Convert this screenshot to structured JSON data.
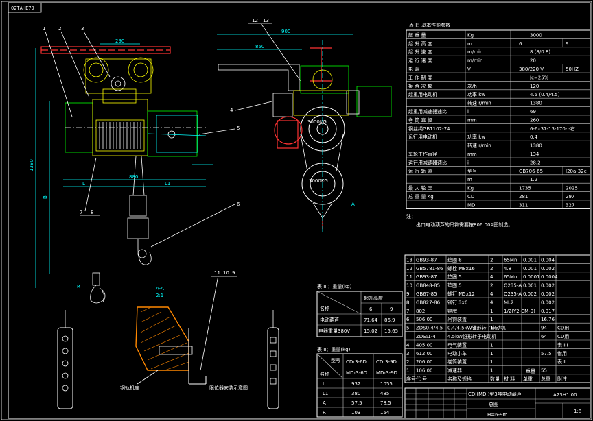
{
  "drawing": {
    "top_left_tag": "02TAHE79",
    "part_balloons": [
      "1",
      "2",
      "3",
      "4",
      "5",
      "6",
      "7",
      "8",
      "11",
      "10",
      "9",
      "12",
      "13"
    ],
    "section_label": "A-A",
    "section_scale": "2:1",
    "section_note_left": "钢轨机座",
    "section_note_right": "限位器安装示意图",
    "front_dims": [
      "290",
      "880",
      "L",
      "L1",
      "B",
      "1380",
      "R"
    ],
    "side_dims": [
      "A",
      "850",
      "900"
    ],
    "drum_marking": "3000KG",
    "hook_marking": "3000KG"
  },
  "tech_table": {
    "title": "表 I：基本性能参数",
    "rows": [
      {
        "name": "起 重 量",
        "unit": "Kg",
        "v1": "3000",
        "v2": ""
      },
      {
        "name": "起 升 高 度",
        "unit": "m",
        "v1": "6",
        "v2": "9"
      },
      {
        "name": "起 升 速 度",
        "unit": "m/min",
        "v1": "8 (8/0.8)",
        "v2": ""
      },
      {
        "name": "运 行 速 度",
        "unit": "m/min",
        "v1": "20",
        "v2": ""
      },
      {
        "name": "电 源",
        "unit": "V",
        "v1": "380/220 V",
        "v2": "50HZ"
      },
      {
        "name": "工 作 制 度",
        "unit": "",
        "v1": "Jc=25%",
        "v2": ""
      },
      {
        "name": "接 合 次 数",
        "unit": "次/h",
        "v1": "120",
        "v2": ""
      },
      {
        "name": "起重用电动机",
        "unit": "功率 kw",
        "v1": "4.5 (0.4/4.5)",
        "v2": ""
      },
      {
        "name": "",
        "unit": "转速 r/min",
        "v1": "1380",
        "v2": ""
      },
      {
        "name": "起重用减速器速比",
        "unit": "i",
        "v1": "69",
        "v2": ""
      },
      {
        "name": "卷 筒 直 径",
        "unit": "mm",
        "v1": "260",
        "v2": ""
      },
      {
        "name": "钢丝绳GB1102-74",
        "unit": "",
        "v1": "6-6x37-13-170-Ⅰ-右",
        "v2": ""
      },
      {
        "name": "运行用电动机",
        "unit": "功率 kw",
        "v1": "0.4",
        "v2": ""
      },
      {
        "name": "",
        "unit": "转速 r/min",
        "v1": "1380",
        "v2": ""
      },
      {
        "name": "车轮工作直径",
        "unit": "mm",
        "v1": "134",
        "v2": ""
      },
      {
        "name": "运行用减速器速比",
        "unit": "i",
        "v1": "28.2",
        "v2": ""
      },
      {
        "name": "运 行 轨 道",
        "unit": "型号",
        "v1": "GB706-65",
        "v2": "I20a-32c"
      },
      {
        "name": "",
        "unit": "m",
        "v1": "1.2",
        "v2": ""
      },
      {
        "name": "最 大 轮 压",
        "unit": "Kg",
        "v1": "1735",
        "v2": "2025"
      },
      {
        "name": "总 重 量 Kg",
        "unit": "CD",
        "v1": "281",
        "v2": "297"
      },
      {
        "name": "",
        "unit": "MD",
        "v1": "311",
        "v2": "327"
      }
    ]
  },
  "note": {
    "label": "注：",
    "text": "出口电动葫芦的吊钩需要按806.00A图制造。"
  },
  "weight_table": {
    "title": "表 III：重量(kg)",
    "header_name": "名称",
    "header_span": "起升高度",
    "cols": [
      "6",
      "9"
    ],
    "rows": [
      {
        "name": "电动葫芦",
        "v1": "71.64",
        "v2": "86.9"
      },
      {
        "name": "电器重量380V",
        "v1": "15.02",
        "v2": "15.65"
      }
    ]
  },
  "dim_table": {
    "title": "表 II：重量(kg)",
    "header_name": "型号",
    "header_name2": "名称",
    "cols": [
      "CD₁3-6D",
      "CD₁3-9D"
    ],
    "cols2": [
      "MD₁3-6D",
      "MD₁3-9D"
    ],
    "rows": [
      {
        "name": "L",
        "v1": "932",
        "v2": "1055"
      },
      {
        "name": "L1",
        "v1": "380",
        "v2": "485"
      },
      {
        "name": "A",
        "v1": "57.5",
        "v2": "78.5"
      },
      {
        "name": "R",
        "v1": "103",
        "v2": "154"
      }
    ]
  },
  "bom": {
    "rows": [
      {
        "no": "13",
        "code": "GB93-87",
        "name": "垫圈 8",
        "qty": "2",
        "mat": "65Mn",
        "w1": "0.001",
        "w2": "0.004",
        "note": ""
      },
      {
        "no": "12",
        "code": "GB5781-86",
        "name": "螺栓 M8x16",
        "qty": "2",
        "mat": "4.8",
        "w1": "0.001",
        "w2": "0.002",
        "note": ""
      },
      {
        "no": "11",
        "code": "GB93-87",
        "name": "垫圈 5",
        "qty": "4",
        "mat": "65Mn",
        "w1": "0.0001",
        "w2": "0.0004",
        "note": ""
      },
      {
        "no": "10",
        "code": "GB848-85",
        "name": "垫圈 5",
        "qty": "2",
        "mat": "Q235-A",
        "w1": "0.001",
        "w2": "0.002",
        "note": ""
      },
      {
        "no": "9",
        "code": "GB67-85",
        "name": "螺钉 M5x12",
        "qty": "4",
        "mat": "Q235-A",
        "w1": "0.002",
        "w2": "0.002",
        "note": ""
      },
      {
        "no": "8",
        "code": "GB827-86",
        "name": "铆钉 3x6",
        "qty": "4",
        "mat": "ML2",
        "w1": "",
        "w2": "0.002",
        "note": ""
      },
      {
        "no": "7",
        "code": "802",
        "name": "铭牌",
        "qty": "1",
        "mat": "1/2(Y2-CM-9)",
        "w1": "",
        "w2": "0.017",
        "note": ""
      },
      {
        "no": "6",
        "code": "506.00",
        "name": "吊钩装置",
        "qty": "1",
        "mat": "",
        "w1": "",
        "w2": "16.76",
        "note": ""
      },
      {
        "no": "5",
        "code": "ZDS0.4/4.5",
        "name": "0.4/4.5kW锥形转子电动机",
        "qty": "1",
        "mat": "",
        "w1": "",
        "w2": "94",
        "note": "CD用"
      },
      {
        "no": "",
        "code": "ZDS₁1-4",
        "name": "4.5kW锥形转子电动机",
        "qty": "",
        "mat": "",
        "w1": "",
        "w2": "64",
        "note": "CD用"
      },
      {
        "no": "4",
        "code": "405.00",
        "name": "电气装置",
        "qty": "1",
        "mat": "",
        "w1": "",
        "w2": "",
        "note": "表 III"
      },
      {
        "no": "3",
        "code": "612.00",
        "name": "电动小车",
        "qty": "1",
        "mat": "",
        "w1": "",
        "w2": "57.5",
        "note": "借用"
      },
      {
        "no": "2",
        "code": "206.00",
        "name": "卷筒装置",
        "qty": "1",
        "mat": "",
        "w1": "",
        "w2": "",
        "note": "表 II"
      },
      {
        "no": "1",
        "code": "106.00",
        "name": "减速器",
        "qty": "1",
        "mat": "",
        "w1": "",
        "w2": "55",
        "note": ""
      }
    ],
    "header": {
      "no": "序号",
      "code": "代 号",
      "name": "名称及规格",
      "qty": "数量",
      "mat": "材 料",
      "w1": "单重",
      "w2": "总重",
      "note": "附注"
    },
    "weight_header": "重量"
  },
  "title_block": {
    "product": "CDI(MDI)型3吨电动葫芦",
    "kind": "总图",
    "drawing_no": "A23H1.00",
    "scale": "1:8",
    "range": "H=6-9m"
  }
}
